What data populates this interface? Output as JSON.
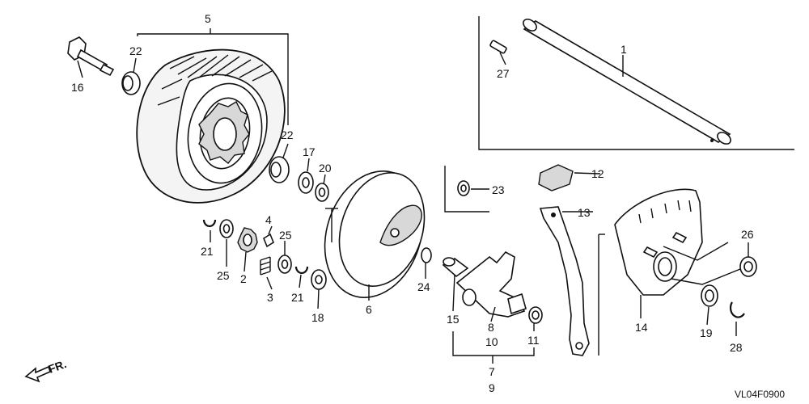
{
  "diagram": {
    "code": "VL04F0900",
    "front_marker": "FR.",
    "callouts": [
      "1",
      "2",
      "3",
      "4",
      "5",
      "6",
      "7",
      "8",
      "9",
      "10",
      "11",
      "12",
      "13",
      "14",
      "15",
      "16",
      "17",
      "18",
      "19",
      "20",
      "21",
      "21",
      "22",
      "22",
      "23",
      "24",
      "25",
      "25",
      "26",
      "27",
      "28"
    ],
    "parts": [
      {
        "name": "axle-shaft",
        "label": "1"
      },
      {
        "name": "pinion-gear",
        "label": "2"
      },
      {
        "name": "spring",
        "label": "3"
      },
      {
        "name": "pawl",
        "label": "4"
      },
      {
        "name": "wheel-assembly",
        "label": "5"
      },
      {
        "name": "wheel-cover",
        "label": "6"
      },
      {
        "name": "height-adjust-bracket",
        "label": "8"
      },
      {
        "name": "adjuster-lever",
        "label": "13"
      },
      {
        "name": "dust-guard-plate",
        "label": "14"
      },
      {
        "name": "wheel-bolt",
        "label": "16"
      },
      {
        "name": "lever-grip",
        "label": "12"
      }
    ]
  }
}
